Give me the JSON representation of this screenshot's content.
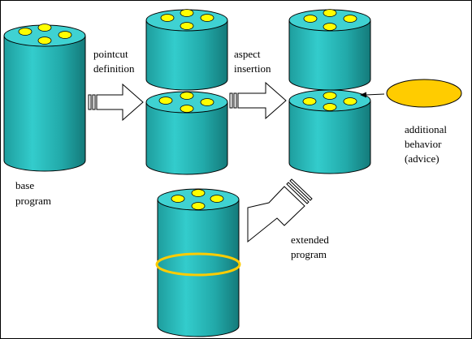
{
  "labels": {
    "base_line1": "base",
    "base_line2": "program",
    "pointcut_line1": "pointcut",
    "pointcut_line2": "definition",
    "aspect_line1": "aspect",
    "aspect_line2": "insertion",
    "additional_line1": "additional",
    "additional_line2": "behavior",
    "additional_line3": "(advice)",
    "extended_line1": "extended",
    "extended_line2": "program"
  },
  "colors": {
    "cylinder_body": "#2cc6c6",
    "cylinder_dark": "#1a8f8f",
    "cylinder_top": "#3fd2d2",
    "join_point": "#ffff00",
    "advice": "#ffcc00",
    "outline": "#000000"
  }
}
